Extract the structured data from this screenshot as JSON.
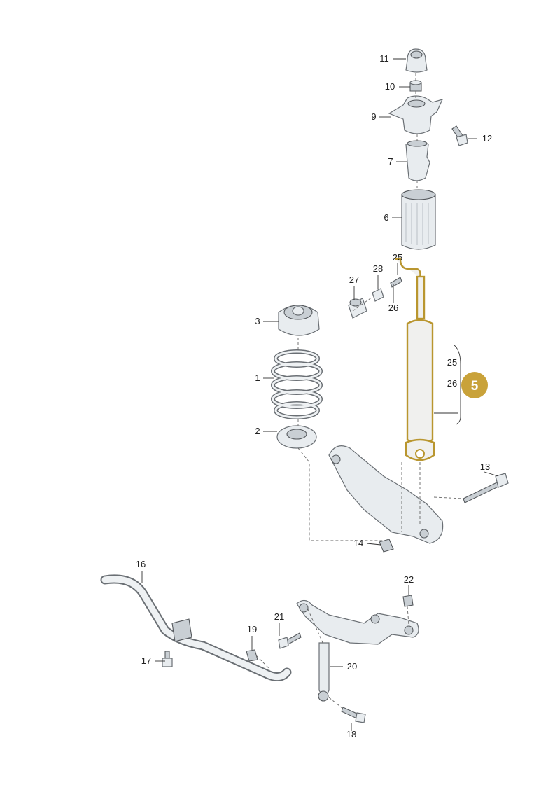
{
  "diagram": {
    "callouts": [
      "1",
      "2",
      "3",
      "6",
      "7",
      "9",
      "10",
      "11",
      "12",
      "13",
      "14",
      "16",
      "17",
      "18",
      "19",
      "20",
      "21",
      "22",
      "25",
      "26",
      "27",
      "28"
    ],
    "group_callouts": [
      "25",
      "26"
    ],
    "badge": {
      "text": "5",
      "color": "#c9a23a"
    },
    "highlight_color": "#c9a23a"
  }
}
